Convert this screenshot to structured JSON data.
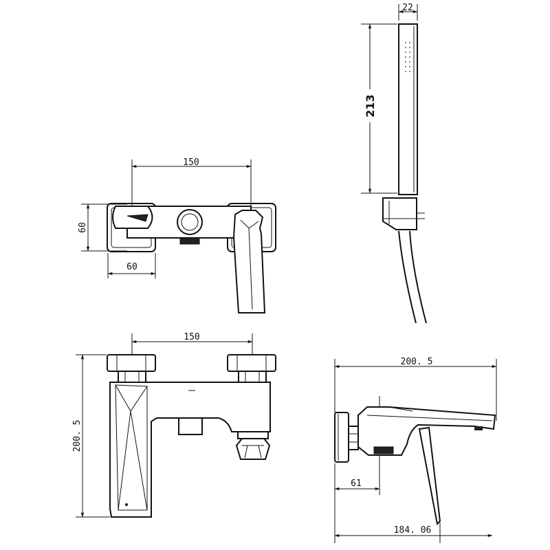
{
  "dimensions": {
    "top_view": {
      "center_distance": "150",
      "height": "60",
      "width": "60"
    },
    "hand_shower": {
      "width": "22",
      "length": "213"
    },
    "front_view": {
      "center_distance": "150",
      "height": "200. 5"
    },
    "side_view": {
      "overall_length": "200. 5",
      "wall_offset": "61",
      "lower_length": "184. 06"
    }
  }
}
